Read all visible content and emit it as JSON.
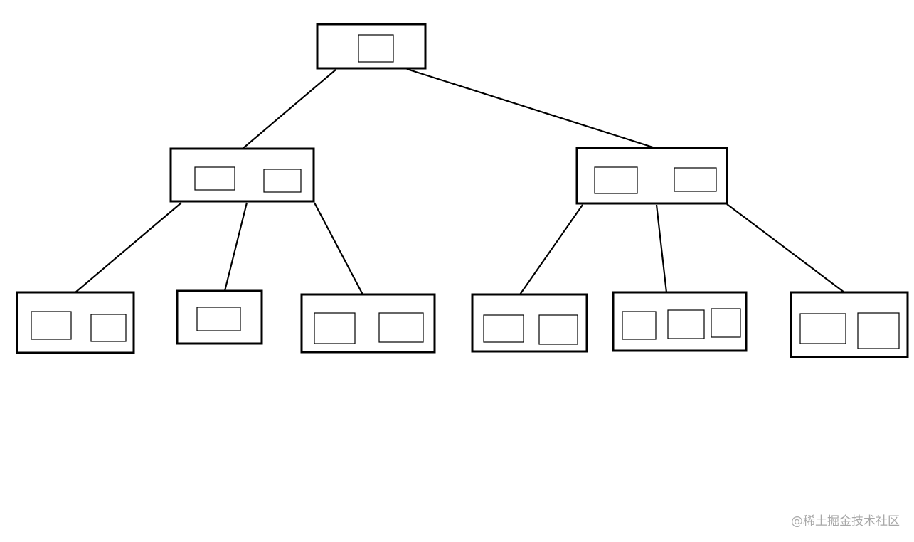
{
  "diagram": {
    "type": "b-tree",
    "root": {
      "keys": 1,
      "children": [
        {
          "keys": 2,
          "children": [
            {
              "keys": 2,
              "children": []
            },
            {
              "keys": 1,
              "children": []
            },
            {
              "keys": 2,
              "children": []
            }
          ]
        },
        {
          "keys": 2,
          "children": [
            {
              "keys": 2,
              "children": []
            },
            {
              "keys": 3,
              "children": []
            },
            {
              "keys": 2,
              "children": []
            }
          ]
        }
      ]
    },
    "colors": {
      "line": "#000000",
      "background": "#ffffff",
      "watermark": "#a8a8a8"
    }
  },
  "watermark": {
    "text": "@稀土掘金技术社区"
  }
}
